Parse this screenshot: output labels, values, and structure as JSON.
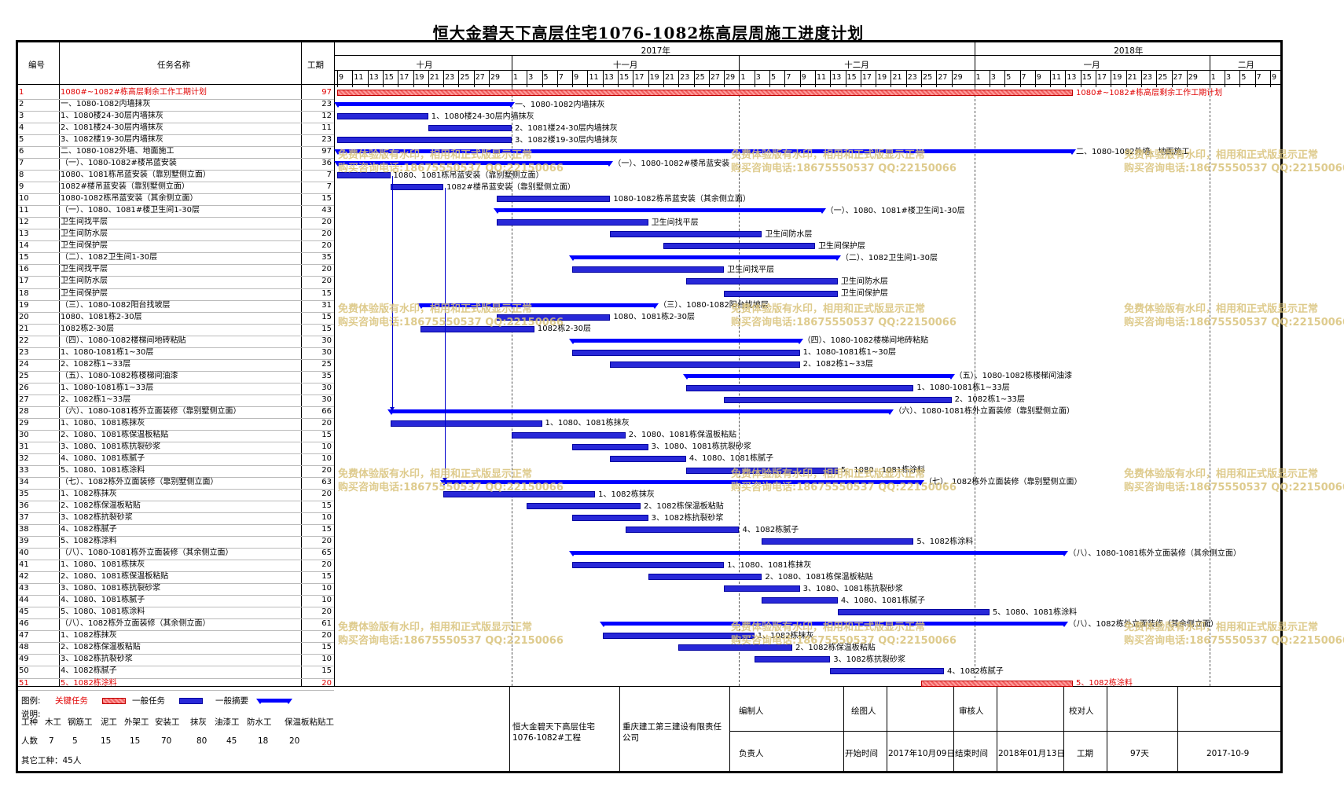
{
  "title": "恒大金碧天下高层住宅1076-1082栋高层周施工进度计划",
  "header": {
    "col_no": "编号",
    "col_name": "任务名称",
    "col_dur": "工期"
  },
  "years": [
    {
      "label": "2017年"
    },
    {
      "label": "2018年"
    }
  ],
  "months": [
    {
      "label": "十月"
    },
    {
      "label": "十一月"
    },
    {
      "label": "十二月"
    },
    {
      "label": "一月"
    },
    {
      "label": "二月"
    }
  ],
  "days_oct": [
    "9",
    "11",
    "13",
    "15",
    "17",
    "19",
    "21",
    "23",
    "25",
    "27",
    "29"
  ],
  "days_nov": [
    "1",
    "3",
    "5",
    "7",
    "9",
    "11",
    "13",
    "15",
    "17",
    "19",
    "21",
    "23",
    "25",
    "27",
    "29"
  ],
  "days_dec": [
    "1",
    "3",
    "5",
    "7",
    "9",
    "11",
    "13",
    "15",
    "17",
    "19",
    "21",
    "23",
    "25",
    "27",
    "29"
  ],
  "days_jan": [
    "1",
    "3",
    "5",
    "7",
    "9",
    "11",
    "13",
    "15",
    "17",
    "19",
    "21",
    "23",
    "25",
    "27",
    "29"
  ],
  "days_feb": [
    "1",
    "3",
    "5",
    "7",
    "9"
  ],
  "rows": [
    {
      "no": "1",
      "name": "1080#~1082#栋高层剩余工作工期计划",
      "dur": "97",
      "red": true
    },
    {
      "no": "2",
      "name": "一、1080-1082内墙抹灰",
      "dur": "23"
    },
    {
      "no": "3",
      "name": "1、1080楼24-30层内墙抹灰",
      "dur": "12"
    },
    {
      "no": "4",
      "name": "2、1081楼24-30层内墙抹灰",
      "dur": "11"
    },
    {
      "no": "5",
      "name": "3、1082楼19-30层内墙抹灰",
      "dur": "23"
    },
    {
      "no": "6",
      "name": "二、1080-1082外墙、地面施工",
      "dur": "97"
    },
    {
      "no": "7",
      "name": "（一）、1080-1082#楼吊蓝安装",
      "dur": "36"
    },
    {
      "no": "8",
      "name": "1080、1081栋吊蓝安装（靠别墅侧立面）",
      "dur": "7"
    },
    {
      "no": "9",
      "name": "1082#楼吊蓝安装（靠别墅侧立面）",
      "dur": "7"
    },
    {
      "no": "10",
      "name": "1080-1082栋吊蓝安装（其余侧立面）",
      "dur": "15"
    },
    {
      "no": "11",
      "name": "（一）、1080、1081#楼卫生间1-30层",
      "dur": "43"
    },
    {
      "no": "12",
      "name": "卫生间找平层",
      "dur": "20"
    },
    {
      "no": "13",
      "name": "卫生间防水层",
      "dur": "20"
    },
    {
      "no": "14",
      "name": "卫生间保护层",
      "dur": "20"
    },
    {
      "no": "15",
      "name": "（二）、1082卫生间1-30层",
      "dur": "35"
    },
    {
      "no": "16",
      "name": "卫生间找平层",
      "dur": "20"
    },
    {
      "no": "17",
      "name": "卫生间防水层",
      "dur": "20"
    },
    {
      "no": "18",
      "name": "卫生间保护层",
      "dur": "15"
    },
    {
      "no": "19",
      "name": "（三）、1080-1082阳台找坡层",
      "dur": "31"
    },
    {
      "no": "20",
      "name": "1080、1081栋2-30层",
      "dur": "15"
    },
    {
      "no": "21",
      "name": "1082栋2-30层",
      "dur": "15"
    },
    {
      "no": "22",
      "name": "（四）、1080-1082楼梯间地砖粘贴",
      "dur": "30"
    },
    {
      "no": "23",
      "name": "1、1080-1081栋1~30层",
      "dur": "30"
    },
    {
      "no": "24",
      "name": "2、1082栋1~33层",
      "dur": "25"
    },
    {
      "no": "25",
      "name": "（五）、1080-1082栋楼梯间油漆",
      "dur": "35"
    },
    {
      "no": "26",
      "name": "1、1080-1081栋1~33层",
      "dur": "30"
    },
    {
      "no": "27",
      "name": "2、1082栋1~33层",
      "dur": "30"
    },
    {
      "no": "28",
      "name": "（六）、1080-1081栋外立面装修（靠别墅侧立面）",
      "dur": "66"
    },
    {
      "no": "29",
      "name": "1、1080、1081栋抹灰",
      "dur": "20"
    },
    {
      "no": "30",
      "name": "2、1080、1081栋保温板粘贴",
      "dur": "15"
    },
    {
      "no": "31",
      "name": "3、1080、1081栋抗裂砂浆",
      "dur": "10"
    },
    {
      "no": "32",
      "name": "4、1080、1081栋腻子",
      "dur": "10"
    },
    {
      "no": "33",
      "name": "5、1080、1081栋涂料",
      "dur": "20"
    },
    {
      "no": "34",
      "name": "（七）、1082栋外立面装修（靠别墅侧立面）",
      "dur": "63"
    },
    {
      "no": "35",
      "name": "1、1082栋抹灰",
      "dur": "20"
    },
    {
      "no": "36",
      "name": "2、1082栋保温板粘贴",
      "dur": "15"
    },
    {
      "no": "37",
      "name": "3、1082栋抗裂砂浆",
      "dur": "10"
    },
    {
      "no": "38",
      "name": "4、1082栋腻子",
      "dur": "15"
    },
    {
      "no": "39",
      "name": "5、1082栋涂料",
      "dur": "20"
    },
    {
      "no": "40",
      "name": "（八）、1080-1081栋外立面装修（其余侧立面）",
      "dur": "65"
    },
    {
      "no": "41",
      "name": "1、1080、1081栋抹灰",
      "dur": "20"
    },
    {
      "no": "42",
      "name": "2、1080、1081栋保温板粘贴",
      "dur": "15"
    },
    {
      "no": "43",
      "name": "3、1080、1081栋抗裂砂浆",
      "dur": "10"
    },
    {
      "no": "44",
      "name": "4、1080、1081栋腻子",
      "dur": "10"
    },
    {
      "no": "45",
      "name": "5、1080、1081栋涂料",
      "dur": "20"
    },
    {
      "no": "46",
      "name": "（八）、1082栋外立面装修（其余侧立面）",
      "dur": "61"
    },
    {
      "no": "47",
      "name": "1、1082栋抹灰",
      "dur": "20"
    },
    {
      "no": "48",
      "name": "2、1082栋保温板粘贴",
      "dur": "15"
    },
    {
      "no": "49",
      "name": "3、1082栋抗裂砂浆",
      "dur": "10"
    },
    {
      "no": "50",
      "name": "4、1082栋腻子",
      "dur": "15"
    },
    {
      "no": "51",
      "name": "5、1082栋涂料",
      "dur": "20",
      "red": true
    }
  ],
  "bar_labels": {
    "1": "1080#~1082#栋高层剩余工作工期计划",
    "2": "一、1080-1082内墙抹灰",
    "3": "1、1080楼24-30层内墙抹灰",
    "4": "2、1081楼24-30层内墙抹灰",
    "5": "3、1082楼19-30层内墙抹灰",
    "6": "二、1080-1082外墙、地面施工",
    "7": "（一）、1080-1082#楼吊蓝安装",
    "8": "1080、1081栋吊蓝安装（靠别墅侧立面）",
    "9": "1082#楼吊蓝安装（靠别墅侧立面）",
    "10": "1080-1082栋吊蓝安装（其余侧立面）",
    "11": "（一）、1080、1081#楼卫生间1-30层",
    "12": "卫生间找平层",
    "13": "卫生间防水层",
    "14": "卫生间保护层",
    "15": "（二）、1082卫生间1-30层",
    "16": "卫生间找平层",
    "17": "卫生间防水层",
    "18": "卫生间保护层",
    "19": "（三）、1080-1082阳台找坡层",
    "20": "1080、1081栋2-30层",
    "21": "1082栋2-30层",
    "22": "（四）、1080-1082楼梯间地砖粘贴",
    "23": "1、1080-1081栋1~30层",
    "24": "2、1082栋1~33层",
    "25": "（五）、1080-1082栋楼梯间油漆",
    "26": "1、1080-1081栋1~33层",
    "27": "2、1082栋1~33层",
    "28": "（六）、1080-1081栋外立面装修（靠别墅侧立面）",
    "29": "1、1080、1081栋抹灰",
    "30": "2、1080、1081栋保温板粘贴",
    "31": "3、1080、1081栋抗裂砂浆",
    "32": "4、1080、1081栋腻子",
    "33": "5、1080、1081栋涂料",
    "34": "（七）、1082栋外立面装修（靠别墅侧立面）",
    "35": "1、1082栋抹灰",
    "36": "2、1082栋保温板粘贴",
    "37": "3、1082栋抗裂砂浆",
    "38": "4、1082栋腻子",
    "39": "5、1082栋涂料",
    "40": "（八）、1080-1081栋外立面装修（其余侧立面）",
    "41": "1、1080、1081栋抹灰",
    "42": "2、1080、1081栋保温板粘贴",
    "43": "3、1080、1081栋抗裂砂浆",
    "44": "4、1080、1081栋腻子",
    "45": "5、1080、1081栋涂料",
    "46": "（八）、1082栋外立面装修（其余侧立面）",
    "47": "1、1082栋抹灰",
    "48": "2、1082栋保温板粘贴",
    "49": "3、1082栋抗裂砂浆",
    "50": "4、1082栋腻子",
    "51": "5、1082栋涂料"
  },
  "watermark": {
    "line1": "免费体验版有水印，相用和正式版显示正常",
    "line2": "购买咨询电话:18675550537 QQ:22150066"
  },
  "legend": {
    "label": "图例:",
    "critical": "关键任务",
    "normal": "一般任务",
    "summary": "一般摘要",
    "note": "说明:",
    "trades": [
      "工种",
      "木工",
      "钢筋工",
      "泥工",
      "外架工",
      "安装工",
      "抹灰",
      "油漆工",
      "防水工",
      "保温板粘贴工"
    ],
    "count_label": "人数",
    "counts": [
      "7",
      "5",
      "15",
      "15",
      "70",
      "80",
      "45",
      "18",
      "20"
    ],
    "other": "其它工种：45人"
  },
  "footer": {
    "project": "恒大金碧天下高层住宅1076-1082#工程",
    "company": "重庆建工第三建设有限责任公司",
    "compiler": "编制人",
    "drafter": "绘图人",
    "reviewer": "审核人",
    "checker": "校对人",
    "leader": "负责人",
    "start_label": "开始时间",
    "start": "2017年10月09日",
    "end_label": "结束时间",
    "end": "2018年01月13日",
    "dur_label": "工期",
    "dur": "97天",
    "date": "2017-10-9"
  },
  "schedule": {
    "start_date": "2017-10-09",
    "tasks": [
      {
        "row": 1,
        "s": "2017-10-09",
        "e": "2018-01-13",
        "t": "crit"
      },
      {
        "row": 2,
        "s": "2017-10-09",
        "e": "2017-10-31",
        "t": "sum"
      },
      {
        "row": 3,
        "s": "2017-10-09",
        "e": "2017-10-20",
        "t": "bar"
      },
      {
        "row": 4,
        "s": "2017-10-21",
        "e": "2017-10-31",
        "t": "bar"
      },
      {
        "row": 5,
        "s": "2017-10-09",
        "e": "2017-10-31",
        "t": "bar"
      },
      {
        "row": 6,
        "s": "2017-10-09",
        "e": "2018-01-13",
        "t": "sum"
      },
      {
        "row": 7,
        "s": "2017-10-09",
        "e": "2017-11-13",
        "t": "sum"
      },
      {
        "row": 8,
        "s": "2017-10-09",
        "e": "2017-10-15",
        "t": "bar"
      },
      {
        "row": 9,
        "s": "2017-10-16",
        "e": "2017-10-22",
        "t": "bar"
      },
      {
        "row": 10,
        "s": "2017-10-30",
        "e": "2017-11-13",
        "t": "bar"
      },
      {
        "row": 11,
        "s": "2017-10-30",
        "e": "2017-12-11",
        "t": "sum"
      },
      {
        "row": 12,
        "s": "2017-10-30",
        "e": "2017-11-18",
        "t": "bar"
      },
      {
        "row": 13,
        "s": "2017-11-14",
        "e": "2017-12-03",
        "t": "bar"
      },
      {
        "row": 14,
        "s": "2017-11-21",
        "e": "2017-12-10",
        "t": "bar"
      },
      {
        "row": 15,
        "s": "2017-11-09",
        "e": "2017-12-13",
        "t": "sum"
      },
      {
        "row": 16,
        "s": "2017-11-09",
        "e": "2017-11-28",
        "t": "bar"
      },
      {
        "row": 17,
        "s": "2017-11-24",
        "e": "2017-12-13",
        "t": "bar"
      },
      {
        "row": 18,
        "s": "2017-11-29",
        "e": "2017-12-13",
        "t": "bar"
      },
      {
        "row": 19,
        "s": "2017-10-20",
        "e": "2017-11-19",
        "t": "sum"
      },
      {
        "row": 20,
        "s": "2017-10-30",
        "e": "2017-11-13",
        "t": "bar"
      },
      {
        "row": 21,
        "s": "2017-10-20",
        "e": "2017-11-03",
        "t": "bar"
      },
      {
        "row": 22,
        "s": "2017-11-09",
        "e": "2017-12-08",
        "t": "sum"
      },
      {
        "row": 23,
        "s": "2017-11-09",
        "e": "2017-12-08",
        "t": "bar"
      },
      {
        "row": 24,
        "s": "2017-11-14",
        "e": "2017-12-08",
        "t": "bar"
      },
      {
        "row": 25,
        "s": "2017-11-24",
        "e": "2017-12-28",
        "t": "sum"
      },
      {
        "row": 26,
        "s": "2017-11-24",
        "e": "2017-12-23",
        "t": "bar"
      },
      {
        "row": 27,
        "s": "2017-11-29",
        "e": "2017-12-28",
        "t": "bar"
      },
      {
        "row": 28,
        "s": "2017-10-16",
        "e": "2017-12-20",
        "t": "sum"
      },
      {
        "row": 29,
        "s": "2017-10-16",
        "e": "2017-11-04",
        "t": "bar"
      },
      {
        "row": 30,
        "s": "2017-11-01",
        "e": "2017-11-15",
        "t": "bar"
      },
      {
        "row": 31,
        "s": "2017-11-09",
        "e": "2017-11-18",
        "t": "bar"
      },
      {
        "row": 32,
        "s": "2017-11-14",
        "e": "2017-11-23",
        "t": "bar"
      },
      {
        "row": 33,
        "s": "2017-11-24",
        "e": "2017-12-13",
        "t": "bar"
      },
      {
        "row": 34,
        "s": "2017-10-23",
        "e": "2017-12-24",
        "t": "sum"
      },
      {
        "row": 35,
        "s": "2017-10-23",
        "e": "2017-11-11",
        "t": "bar"
      },
      {
        "row": 36,
        "s": "2017-11-03",
        "e": "2017-11-17",
        "t": "bar"
      },
      {
        "row": 37,
        "s": "2017-11-09",
        "e": "2017-11-18",
        "t": "bar"
      },
      {
        "row": 38,
        "s": "2017-11-16",
        "e": "2017-11-30",
        "t": "bar"
      },
      {
        "row": 39,
        "s": "2017-12-04",
        "e": "2017-12-23",
        "t": "bar"
      },
      {
        "row": 40,
        "s": "2017-11-09",
        "e": "2018-01-12",
        "t": "sum"
      },
      {
        "row": 41,
        "s": "2017-11-09",
        "e": "2017-11-28",
        "t": "bar"
      },
      {
        "row": 42,
        "s": "2017-11-19",
        "e": "2017-12-03",
        "t": "bar"
      },
      {
        "row": 43,
        "s": "2017-11-29",
        "e": "2017-12-08",
        "t": "bar"
      },
      {
        "row": 44,
        "s": "2017-12-04",
        "e": "2017-12-13",
        "t": "bar"
      },
      {
        "row": 45,
        "s": "2017-12-14",
        "e": "2018-01-02",
        "t": "bar"
      },
      {
        "row": 46,
        "s": "2017-11-13",
        "e": "2018-01-12",
        "t": "sum"
      },
      {
        "row": 47,
        "s": "2017-11-13",
        "e": "2017-12-02",
        "t": "bar"
      },
      {
        "row": 48,
        "s": "2017-11-23",
        "e": "2017-12-07",
        "t": "bar"
      },
      {
        "row": 49,
        "s": "2017-12-03",
        "e": "2017-12-12",
        "t": "bar"
      },
      {
        "row": 50,
        "s": "2017-12-13",
        "e": "2017-12-27",
        "t": "bar"
      },
      {
        "row": 51,
        "s": "2017-12-25",
        "e": "2018-01-13",
        "t": "crit"
      }
    ]
  }
}
